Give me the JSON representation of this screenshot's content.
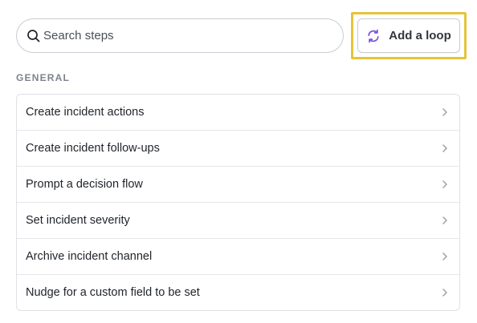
{
  "search": {
    "placeholder": "Search steps",
    "icon": "search-icon"
  },
  "toolbar": {
    "add_loop_label": "Add a loop",
    "add_loop_icon": "loop-arrows-icon",
    "accent": "#7b4fe0",
    "highlight_color": "#e6c43a"
  },
  "section": {
    "heading": "GENERAL"
  },
  "steps": [
    {
      "label": "Create incident actions"
    },
    {
      "label": "Create incident follow-ups"
    },
    {
      "label": "Prompt a decision flow"
    },
    {
      "label": "Set incident severity"
    },
    {
      "label": "Archive incident channel"
    },
    {
      "label": "Nudge for a custom field to be set"
    }
  ]
}
